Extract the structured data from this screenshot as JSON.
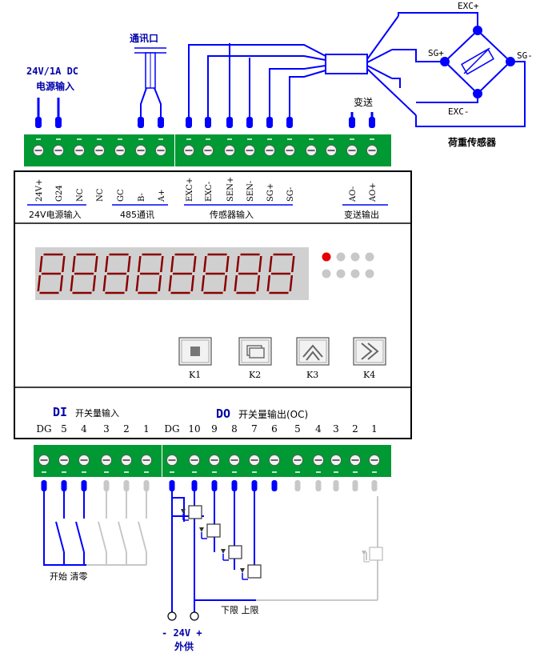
{
  "power_input": {
    "spec": "24V/1A  DC",
    "label": "电源输入"
  },
  "comm_port": {
    "label": "通讯口"
  },
  "transmitter": {
    "label": "变送"
  },
  "load_sensor": {
    "label": "荷重传感器",
    "exc_plus": "EXC+",
    "exc_minus": "EXC-",
    "sg_plus": "SG+",
    "sg_minus": "SG-"
  },
  "top_terminals": {
    "left_labels": [
      "24V+",
      "G24",
      "NC",
      "NC",
      "GC",
      "B-",
      "A+"
    ],
    "right_labels": [
      "EXC+",
      "EXC-",
      "SEN+",
      "SEN-",
      "SG+",
      "SG-",
      "AO-",
      "AO+"
    ],
    "groups": [
      "24V电源输入",
      "485通讯",
      "传感器输入",
      "变送输出"
    ]
  },
  "display": {
    "digit_count": 8
  },
  "keys": [
    "K1",
    "K2",
    "K3",
    "K4"
  ],
  "di": {
    "title": "DI",
    "subtitle": "开关量输入",
    "labels": [
      "DG",
      "5",
      "4",
      "3",
      "2",
      "1"
    ]
  },
  "do": {
    "title": "DO",
    "subtitle": "开关量输出(OC)",
    "labels": [
      "DG",
      "10",
      "9",
      "8",
      "7",
      "6",
      "5",
      "4",
      "3",
      "2",
      "1"
    ]
  },
  "bottom_labels": {
    "start_zero": "开始 清零",
    "limits": "下限 上限",
    "supply_voltage": "-  24V +",
    "supply_label": "外供"
  },
  "colors": {
    "wire": "#0000ff",
    "terminal": "#009933",
    "led_on": "#e60000",
    "led_off": "#c8c8c8",
    "seg_on": "#8a0000",
    "display_bg": "#d0d0d0",
    "gray_wire": "#c8c8c8"
  }
}
